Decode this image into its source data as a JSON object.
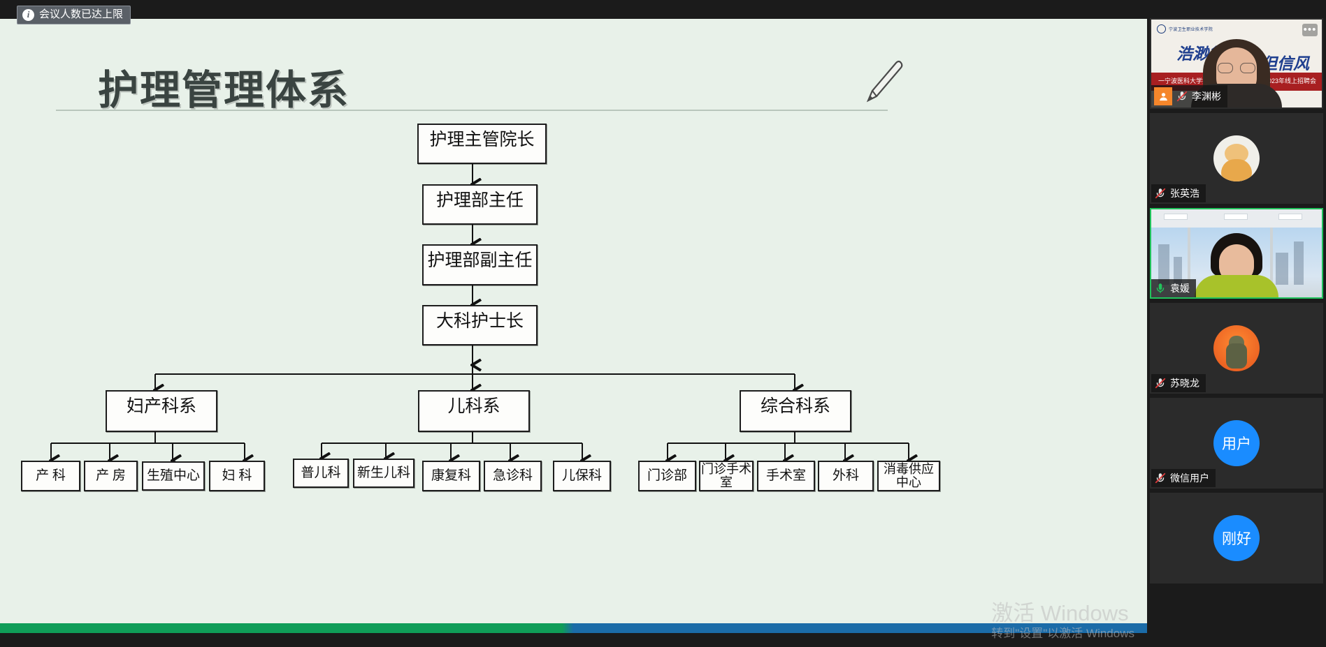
{
  "notice": {
    "icon": "info-icon",
    "text": "会议人数已达上限"
  },
  "slide": {
    "title": "护理管理体系",
    "background_color": "#e8f1e9",
    "accent_green": "#0f9d58",
    "accent_blue": "#1b6ca8"
  },
  "chart_data": {
    "type": "diagram",
    "title": "护理管理体系",
    "levels": [
      {
        "nodes": [
          "护理主管院长"
        ]
      },
      {
        "nodes": [
          "护理部主任"
        ]
      },
      {
        "nodes": [
          "护理部副主任"
        ]
      },
      {
        "nodes": [
          "大科护士长"
        ]
      },
      {
        "nodes": [
          "妇产科系",
          "儿科系",
          "综合科系"
        ]
      }
    ],
    "leaves": {
      "妇产科系": [
        "产 科",
        "产 房",
        "生殖中心",
        "妇 科"
      ],
      "儿科系": [
        "普儿科",
        "新生儿科",
        "康复科",
        "急诊科",
        "儿保科"
      ],
      "综合科系": [
        "门诊部",
        "门诊手术室",
        "手术室",
        "外科",
        "消毒供应中心"
      ]
    }
  },
  "nodes": {
    "n1": "护理主管院长",
    "n2": "护理部主任",
    "n3": "护理部副主任",
    "n4": "大科护士长",
    "d1": "妇产科系",
    "d2": "儿科系",
    "d3": "综合科系",
    "a1": "产 科",
    "a2": "产 房",
    "a3": "生殖中心",
    "a4": "妇 科",
    "b1": "普儿科",
    "b2": "新生儿科",
    "b3": "康复科",
    "b4": "急诊科",
    "b5": "儿保科",
    "c1": "门诊部",
    "c2": "门诊手术室",
    "c3": "手术室",
    "c4": "外科",
    "c5": "消毒供应中心"
  },
  "watermark": {
    "line1": "激活 Windows",
    "line2": "转到\"设置\"以激活 Windows"
  },
  "filmstrip": {
    "more_label": "•••",
    "participants": [
      {
        "name": "李渊彬",
        "mic": "mic-muted",
        "host": true,
        "video": true,
        "speaking": false,
        "banner": {
          "logo": "宁波卫生职业技术学院",
          "cal1": "浩渺行无极",
          "cal2": "但信风",
          "red_left": "一宁波医科大学护理学院",
          "red_right": "2023年线上招聘会"
        }
      },
      {
        "name": "张英浩",
        "mic": "mic-muted",
        "host": false,
        "video": false,
        "speaking": false,
        "avatar": "tiger-avatar"
      },
      {
        "name": "袁媛",
        "mic": "mic-on",
        "host": false,
        "video": true,
        "speaking": true
      },
      {
        "name": "苏晓龙",
        "mic": "mic-muted",
        "host": false,
        "video": false,
        "speaking": false,
        "avatar": "soldier-avatar"
      },
      {
        "name": "微信用户",
        "mic": "mic-muted",
        "host": false,
        "video": false,
        "speaking": false,
        "avatar_text": "用户",
        "avatar_color": "#1a8cff"
      },
      {
        "name": "",
        "mic": "mic-muted",
        "host": false,
        "video": false,
        "speaking": false,
        "avatar_text": "刚好",
        "avatar_color": "#1a8cff"
      }
    ]
  }
}
